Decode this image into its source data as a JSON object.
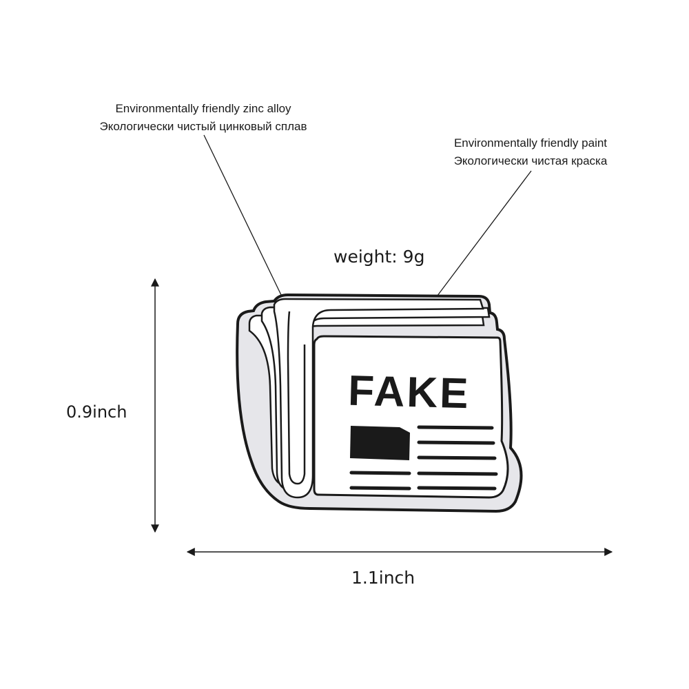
{
  "labels": {
    "zinc_en": "Environmentally friendly zinc alloy",
    "zinc_ru": "Экологически чистый цинковый сплав",
    "paint_en": "Environmentally friendly paint",
    "paint_ru": "Экологически чистая краска"
  },
  "weight": "weight: 9g",
  "dimensions": {
    "height": "0.9inch",
    "width": "1.1inch"
  },
  "pin": {
    "headline": "FAKE"
  },
  "colors": {
    "outline": "#1a1a1a",
    "paper": "#ffffff",
    "shadow": "#e6e6ea"
  }
}
